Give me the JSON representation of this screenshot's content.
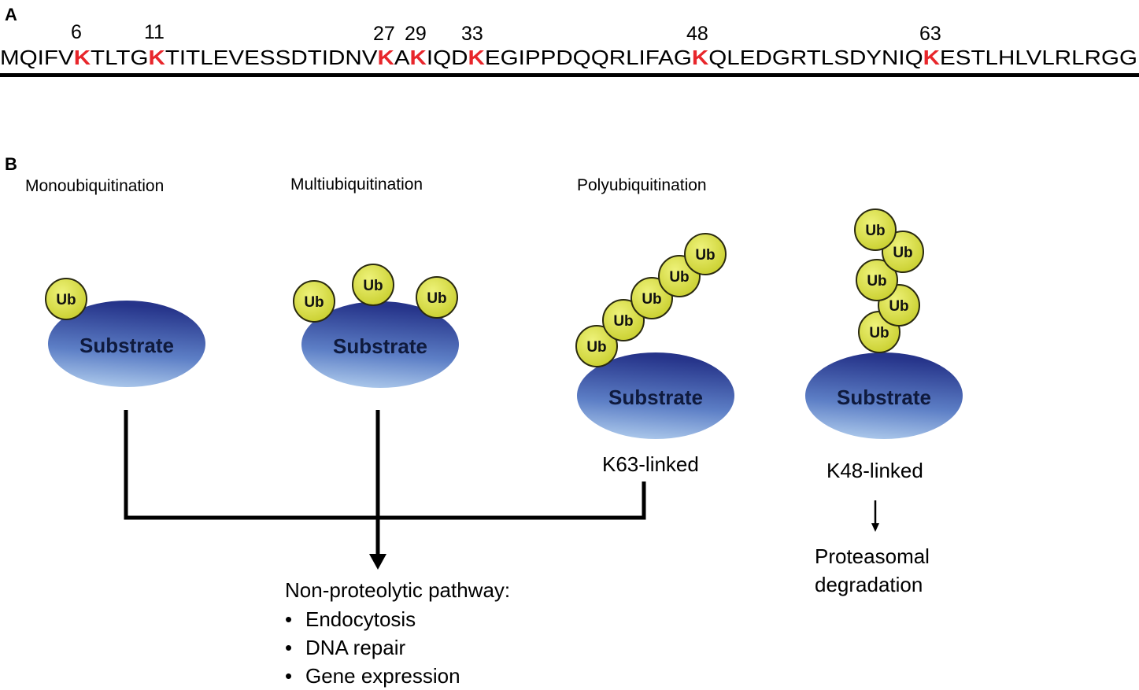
{
  "panel_a": {
    "letter": "A",
    "sequence": [
      {
        "t": "MQIFV",
        "k": false
      },
      {
        "t": "K",
        "k": true
      },
      {
        "t": "TLTG",
        "k": false
      },
      {
        "t": "K",
        "k": true
      },
      {
        "t": "TITLEVESSDTIDNV",
        "k": false
      },
      {
        "t": "K",
        "k": true
      },
      {
        "t": "A",
        "k": false
      },
      {
        "t": "K",
        "k": true
      },
      {
        "t": "IQD",
        "k": false
      },
      {
        "t": "K",
        "k": true
      },
      {
        "t": "EGIPPDQQRLIFAG",
        "k": false
      },
      {
        "t": "K",
        "k": true
      },
      {
        "t": "QLEDGRTLSDYNIQ",
        "k": false
      },
      {
        "t": "K",
        "k": true
      },
      {
        "t": "ESTLHLVLRLRGG",
        "k": false
      }
    ],
    "positions": [
      "6",
      "11",
      "27",
      "29",
      "33",
      "48",
      "63"
    ]
  },
  "panel_b": {
    "letter": "B",
    "titles": {
      "mono": "Monoubiquitination",
      "multi": "Multiubiquitination",
      "poly": "Polyubiquitination"
    },
    "substrate_label": "Substrate",
    "ub_label": "Ub",
    "k63_label": "K63-linked",
    "k48_label": "K48-linked",
    "proteasomal": [
      "Proteasomal",
      "degradation"
    ],
    "pathway_title": "Non-proteolytic pathway:",
    "pathway_items": [
      "Endocytosis",
      "DNA repair",
      "Gene expression"
    ],
    "bullet": "•"
  },
  "colors": {
    "lysine_red": "#e8262b",
    "ub_fill": "#d9e04a",
    "ub_stroke": "#2a2a10",
    "substrate_top": "#aac8ea",
    "substrate_bottom": "#2b3d8f"
  }
}
